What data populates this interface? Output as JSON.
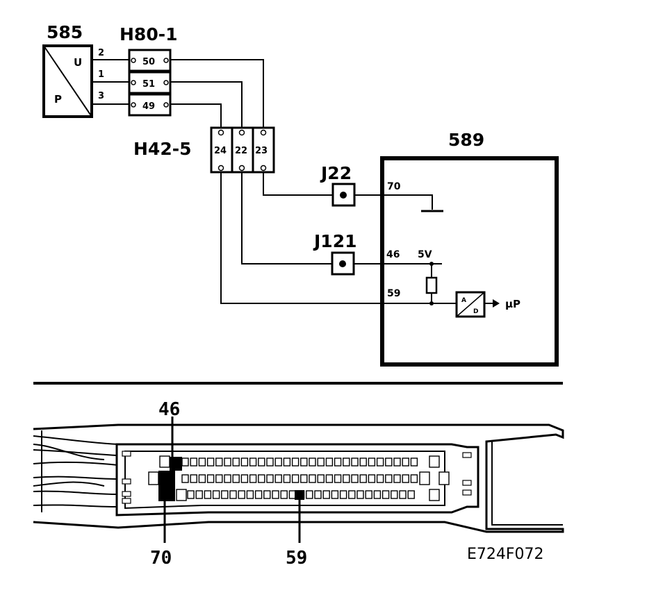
{
  "diagram": {
    "sensor": {
      "number": "585",
      "label_u": "U",
      "label_p": "P"
    },
    "sensor_pins": [
      "2",
      "1",
      "3"
    ],
    "connector_h80": {
      "name": "H80-1",
      "ways": [
        "50",
        "51",
        "49"
      ]
    },
    "connector_h42": {
      "name": "H42-5",
      "ways": [
        "24",
        "22",
        "23"
      ]
    },
    "ecu": {
      "number": "589",
      "converter_top": "A",
      "converter_bottom": "D",
      "output_label": "µP"
    },
    "junction_j22": {
      "name": "J22",
      "pin": "70"
    },
    "junction_j121": {
      "name": "J121",
      "pin": "46",
      "supply": "5V"
    },
    "signal_pin": "59",
    "connector_view": {
      "callout_top": "46",
      "callout_left": "70",
      "callout_right": "59"
    },
    "reference": "E724F072"
  }
}
